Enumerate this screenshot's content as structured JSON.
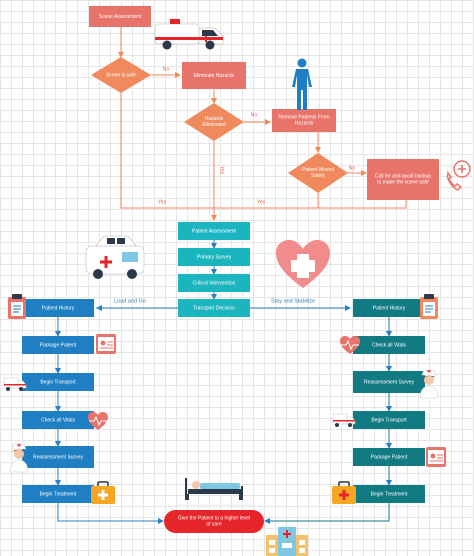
{
  "colors": {
    "salmon": "#e8736a",
    "orange": "#f08a5d",
    "teal_light": "#1bb5bf",
    "blue": "#1f7fc2",
    "teal_dark": "#127a82",
    "red_pill": "#e5252a",
    "arrow_orange": "#f08a5d",
    "arrow_blue": "#2a7fc0"
  },
  "top_flow": {
    "scene_assessment": "Scene Assessment",
    "scene_safe": "Scene is safe",
    "eliminate_hazards": "Eliminate Hazards",
    "hazards_eliminated": "Hazards Eliminated",
    "remove_patients": "Remove Patients From Hazards",
    "patient_moved": "Patient Moved Safely",
    "call_backup": "Call for and await backup to make the scene safe",
    "no1": "No",
    "no2": "No",
    "no3": "No",
    "yes1": "Yes",
    "yes2": "Yes",
    "yes3": "Yes"
  },
  "center_flow": {
    "patient_assessment": "Patient Assessment",
    "primary_survey": "Primary Survey",
    "critical_intervention": "Critical Intervention",
    "transport_decision": "Transport Decision"
  },
  "branches": {
    "load_and_go": "Load and Go",
    "stay_and_stabilize": "Stay and Stabilize"
  },
  "left_flow": [
    "Patient History",
    "Package Patient",
    "Begin Transport",
    "Check all Vitals",
    "Reassessment Survey",
    "Begin Treatment"
  ],
  "right_flow": [
    "Patient History",
    "Check all Vitals",
    "Reassessment Survey",
    "Begin Transport",
    "Package Patient",
    "Begin Treatment"
  ],
  "final": "Give the Patient to a higher level of care",
  "icons": [
    "ambulance-icon",
    "human-body-icon",
    "phone-plus-icon",
    "heart-cross-icon",
    "clipboard-icon",
    "id-card-icon",
    "heartbeat-icon",
    "nurse-icon",
    "first-aid-kit-icon",
    "hospital-bed-icon",
    "hospital-building-icon"
  ]
}
